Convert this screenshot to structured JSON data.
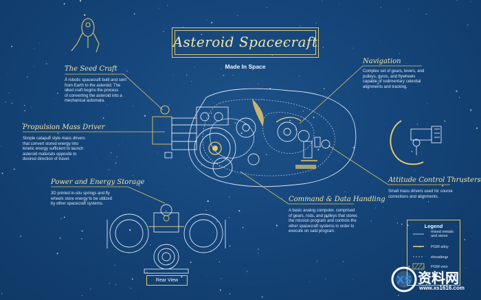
{
  "title": "Asteroid Spacecraft",
  "subtitle": "Made In Space",
  "sections": {
    "seed_craft": {
      "heading": "The Seed Craft",
      "lines": [
        "A robotic spacecraft built and sent",
        "from Earth to the asteroid. The",
        "seed craft begins the process",
        "of converting the asteroid into a",
        "mechanical automata."
      ]
    },
    "propulsion": {
      "heading": "Propulsion Mass Driver",
      "lines": [
        "Simple catapult style mass drivers",
        "that convert stored energy into",
        "kinetic energy sufficient to launch",
        "asteroid materials opposite to",
        "desired direction of travel."
      ]
    },
    "power": {
      "heading": "Power and Energy Storage",
      "lines": [
        "3D printed in-situ springs and fly",
        "wheels store energy to be utilized",
        "by other spacecraft systems."
      ]
    },
    "navigation": {
      "heading": "Navigation",
      "lines": [
        "Complex set of gears, levers, and",
        "pulleys, gyros, and flywheels",
        "capable of rudimentary celestial",
        "alignments and tracking."
      ]
    },
    "attitude": {
      "heading": "Attitude Control Thrusters",
      "lines": [
        "Small mass drivers used for course",
        "corrections and alignments."
      ]
    },
    "command": {
      "heading": "Command & Data Handling",
      "lines": [
        "A basic analog computer, comprised",
        "of gears, rods, and pulleys that stores",
        "the mission program and controls the",
        "other spacecraft systems in order to",
        "execute on said program."
      ]
    }
  },
  "rear_view_label": "Rear View",
  "legend": {
    "title": "Legend",
    "items": [
      {
        "label_lines": [
          "mixed metals",
          "and stone"
        ],
        "icon": "thin-line"
      },
      {
        "label_lines": [
          "PGM alloy"
        ],
        "icon": "gold-line"
      },
      {
        "label_lines": [
          "elevations"
        ],
        "icon": "dashed-line"
      },
      {
        "label_lines": [
          "PGM vein"
        ],
        "icon": "hatched-box"
      }
    ]
  },
  "watermark": {
    "text": "资料网",
    "url": "www.xs1616.com",
    "logo_letters": "XS"
  },
  "colors": {
    "background": "#15457a",
    "outline": "#dfe8f5",
    "accent_gold": "#e6c86a",
    "text": "#dde8f5"
  }
}
